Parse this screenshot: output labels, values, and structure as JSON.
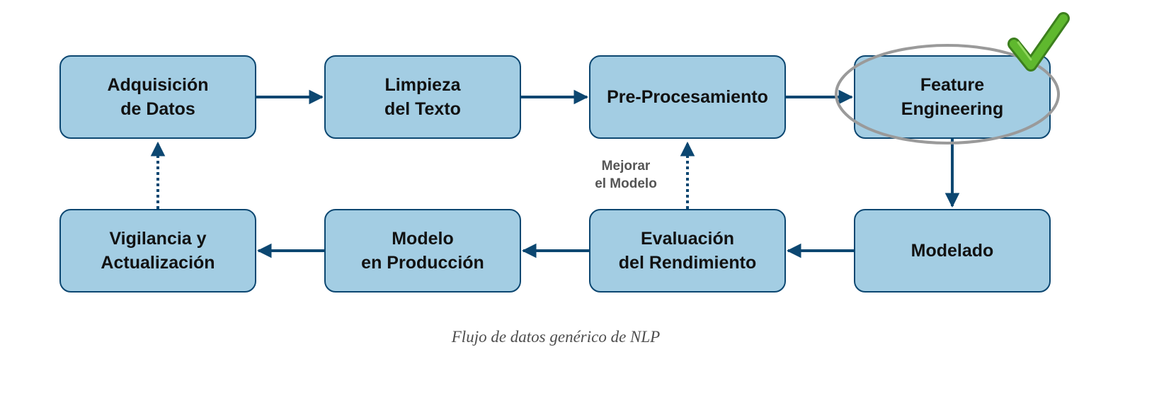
{
  "diagram": {
    "nodes": [
      {
        "id": "adquisicion",
        "label": "Adquisición\nde Datos"
      },
      {
        "id": "limpieza",
        "label": "Limpieza\ndel Texto"
      },
      {
        "id": "preprocesamiento",
        "label": "Pre-Procesamiento"
      },
      {
        "id": "feature_engineering",
        "label": "Feature\nEngineering",
        "highlighted": true
      },
      {
        "id": "modelado",
        "label": "Modelado"
      },
      {
        "id": "evaluacion",
        "label": "Evaluación\ndel Rendimiento"
      },
      {
        "id": "produccion",
        "label": "Modelo\nen Producción"
      },
      {
        "id": "vigilancia",
        "label": "Vigilancia y\nActualización"
      }
    ],
    "edges": [
      {
        "from": "adquisicion",
        "to": "limpieza",
        "style": "solid"
      },
      {
        "from": "limpieza",
        "to": "preprocesamiento",
        "style": "solid"
      },
      {
        "from": "preprocesamiento",
        "to": "feature_engineering",
        "style": "solid"
      },
      {
        "from": "feature_engineering",
        "to": "modelado",
        "style": "solid"
      },
      {
        "from": "modelado",
        "to": "evaluacion",
        "style": "solid"
      },
      {
        "from": "evaluacion",
        "to": "produccion",
        "style": "solid"
      },
      {
        "from": "produccion",
        "to": "vigilancia",
        "style": "solid"
      },
      {
        "from": "evaluacion",
        "to": "preprocesamiento",
        "style": "dotted"
      },
      {
        "from": "vigilancia",
        "to": "adquisicion",
        "style": "dotted"
      }
    ],
    "feedback_label": "Mejorar\nel Modelo",
    "caption": "Flujo de datos genérico de NLP"
  },
  "colors": {
    "box_fill": "#a3cde3",
    "box_border": "#0c4771",
    "arrow": "#0c4771",
    "highlight_ellipse": "#9a9a9a",
    "checkmark": "#5fb82e",
    "label_text": "#555555",
    "caption_text": "#4d4d4d"
  },
  "icons": {
    "highlight": "checkmark-icon"
  }
}
